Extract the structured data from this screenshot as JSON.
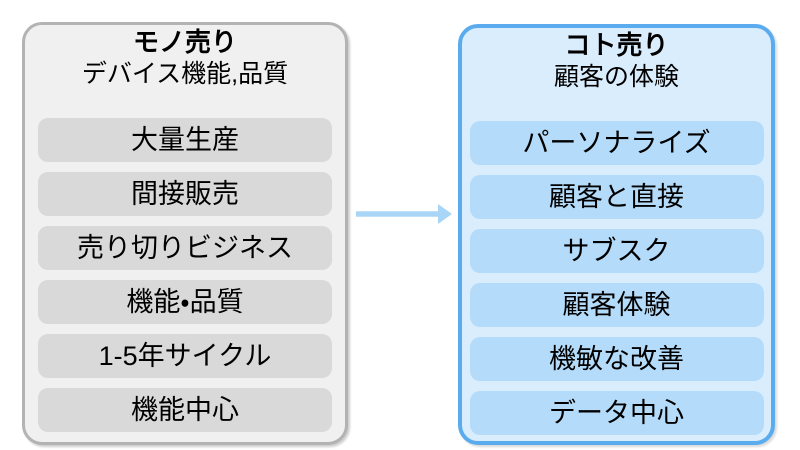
{
  "left_panel": {
    "title": "モノ売り",
    "subtitle": "デバイス機能,品質",
    "items": [
      "大量生産",
      "間接販売",
      "売り切りビジネス",
      "機能・品質",
      "1-5年サイクル",
      "機能中心"
    ]
  },
  "right_panel": {
    "title": "コト売り",
    "subtitle": "顧客の体験",
    "items": [
      "パーソナライズ",
      "顧客と直接",
      "サブスク",
      "顧客体験",
      "機敏な改善",
      "データ中心"
    ]
  },
  "arrow": {
    "direction": "left-to-right"
  },
  "colors": {
    "left_panel_bg": "#F0F0F0",
    "left_panel_border": "#B3B3B3",
    "left_item_bg": "#D9D9D9",
    "right_panel_bg": "#DAEDFD",
    "right_panel_border": "#5BACEF",
    "right_item_bg": "#B4DCFA",
    "arrow": "#A9D6F7",
    "text": "#000000"
  }
}
